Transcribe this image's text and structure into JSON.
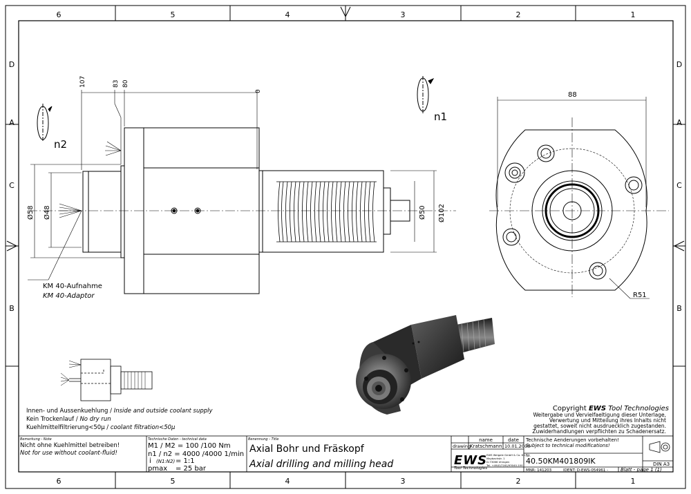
{
  "border": {
    "cols_top": [
      "6",
      "5",
      "4",
      "3",
      "2",
      "1"
    ],
    "cols_bottom": [
      "6",
      "5",
      "4",
      "3",
      "2",
      "1"
    ],
    "rows_left": [
      "D",
      "C",
      "A",
      "B"
    ],
    "rows_right": [
      "D",
      "C",
      "A",
      "B"
    ]
  },
  "drawing": {
    "dims_top": [
      "107",
      "83",
      "80",
      "0"
    ],
    "dim_88": "88",
    "dim_d58": "Ø58",
    "dim_d48": "Ø48",
    "dim_d50": "Ø50",
    "dim_d102": "Ø102",
    "dim_r51": "R51",
    "n1": "n1",
    "n2": "n2",
    "km_de": "KM 40-Aufnahme",
    "km_en": "KM 40-Adaptor"
  },
  "coolant": {
    "line1_de": "Innen- und Aussenkuehlung",
    "line1_en": "Inside and outside coolant supply",
    "line2_de": "Kein Trockenlauf",
    "line2_en": "No dry run",
    "line3_de": "Kuehlmittelfiltrierung<50µ",
    "line3_en": "coolant filtration<50µ",
    "sep": " / "
  },
  "copyright": {
    "prefix": "Copyright",
    "brand": "EWS",
    "suffix": "Tool Technologies",
    "lines": [
      "Weitergabe und Vervielfaeltigung dieser Unterlage,",
      "Verwertung und Mitteilung ihres Inhalts nicht",
      "gestattet, soweit nicht ausdruecklich zugestanden.",
      "Zuwiderhandlungen verpflichten zu Schadenersatz."
    ]
  },
  "titleblock": {
    "remark_label": "Bemerkung - Note",
    "remark_de": "Nicht ohne Kuehlmittel betreiben!",
    "remark_en": "Not for use without coolant-fluid!",
    "techdata_label": "Technische Daten - technical data",
    "td_m": "M1 / M2 = 100 /100 Nm",
    "td_n": "n1 / n2 = 4000 /4000  1/min",
    "td_i_sym": "i",
    "td_i_sub": "(N1:N2)",
    "td_i_val": "= 1:1",
    "td_p_sym": "pmax",
    "td_p_val": "=  25  bar",
    "name_label": "Benennung - Title",
    "title_de": "Axial Bohr und Fräskopf",
    "title_en": "Axial drilling and milling head",
    "col_name": "name",
    "col_date": "date",
    "row_label": "drawing",
    "drawer": "Kratschmann",
    "drawn_date": "10.01.2008",
    "logo": "EWS",
    "logo_sub": "Tool Technologies",
    "company": [
      "EWS Weigele GmbH & Co. KG",
      "Maybachstr. 1",
      "D-73066 Uhingen",
      "Tel. +49(0)7161/93040-100"
    ],
    "tech_change_de": "Technische Aenderungen vorbehalten!",
    "tech_change_en": "Subject to technical modifications!",
    "nr_label": "Nr.",
    "drawing_no": "40.50KM401809IK",
    "mnr": "MNR: 141203",
    "ident": "IDENT: D-EWS-054961 -",
    "sheet": "Blatt - page  1 (1)",
    "format": "DIN A3"
  }
}
